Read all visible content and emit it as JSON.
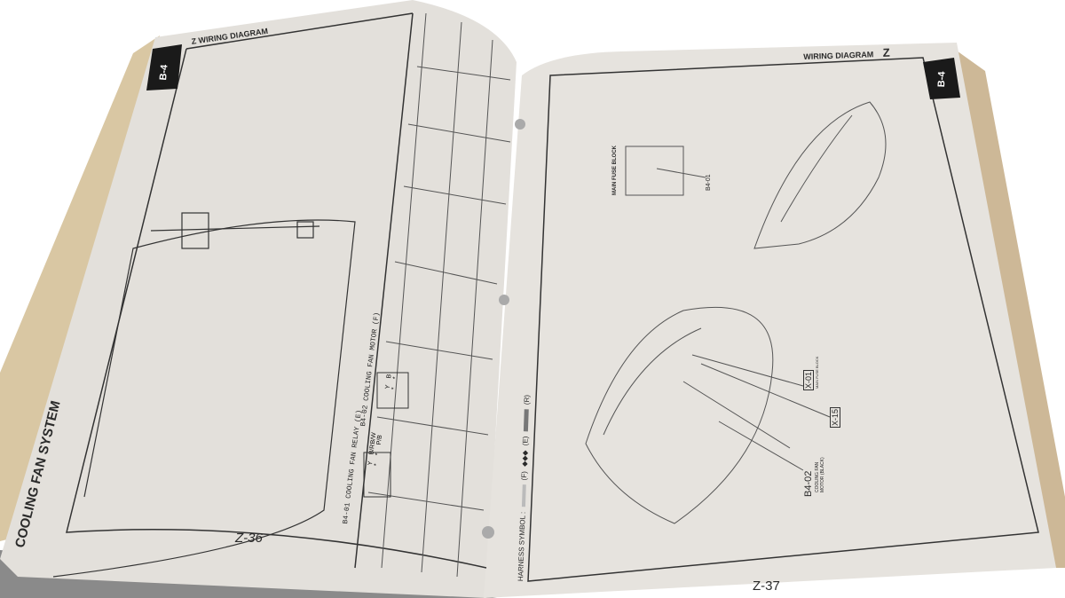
{
  "left_page": {
    "header": "Z WIRING DIAGRAM",
    "tab": "B-4",
    "system_title": "COOLING FAN SYSTEM",
    "connector_1": {
      "label": "B4-01 COOLING FAN RELAY (E)",
      "pins": [
        "Y",
        "B/R",
        "B/W",
        "*",
        "*",
        "P/B"
      ]
    },
    "connector_2": {
      "label": "B4-02 COOLING FAN MOTOR (F)",
      "pins": [
        "Y",
        "B",
        "*",
        "*"
      ]
    },
    "page_number": "Z-36"
  },
  "right_page": {
    "header": "WIRING DIAGRAM",
    "header_letter": "Z",
    "tab": "B-4",
    "fuse_block_label": "MAIN FUSE BLOCK",
    "fuse_callout": "B4-01",
    "callouts": [
      "X-01",
      "X-15",
      "B4-02"
    ],
    "callout_notes": [
      "MAIN FUSE BLOCK",
      "COOLING FAN MOTOR (BLACK)"
    ],
    "harness_symbol": "HARNESS SYMBOL :",
    "harness_codes": [
      "(F)",
      "(E)",
      "(R)"
    ],
    "page_number": "Z-37"
  },
  "colors": {
    "paper": "#e4e0da",
    "edge": "#d6c6a8",
    "ink": "#2a2a2a",
    "tab": "#1a1a1a"
  }
}
